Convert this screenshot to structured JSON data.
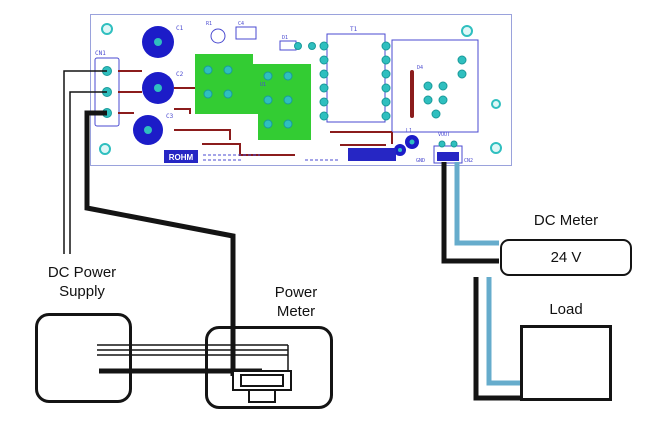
{
  "diagram": {
    "pcb": {
      "brand": "ROHM",
      "silkscreen": {
        "cn1": "CN1",
        "c1": "C1",
        "c2": "C2",
        "c3": "C3",
        "c4": "C4",
        "r1": "R1",
        "d1": "D1",
        "u1": "U1",
        "t1": "T1",
        "d4": "D4",
        "l1": "L1",
        "cn2": "CN2",
        "vout": "VOUT",
        "gnd": "GND"
      }
    },
    "blocks": {
      "dc_power_supply": {
        "line1": "DC Power",
        "line2": "Supply"
      },
      "power_meter": {
        "line1": "Power",
        "line2": "Meter"
      },
      "dc_meter": {
        "label": "DC Meter",
        "reading": "24 V"
      },
      "load": {
        "label": "Load"
      }
    },
    "colors": {
      "copper_pour": "#33cc33",
      "pad": "#2fbfbf",
      "component_blue": "#2626c4",
      "silkscreen": "#4a4ad0",
      "trace": "#8b1c1c",
      "wire_black": "#141414",
      "wire_blue": "#66accc"
    }
  }
}
